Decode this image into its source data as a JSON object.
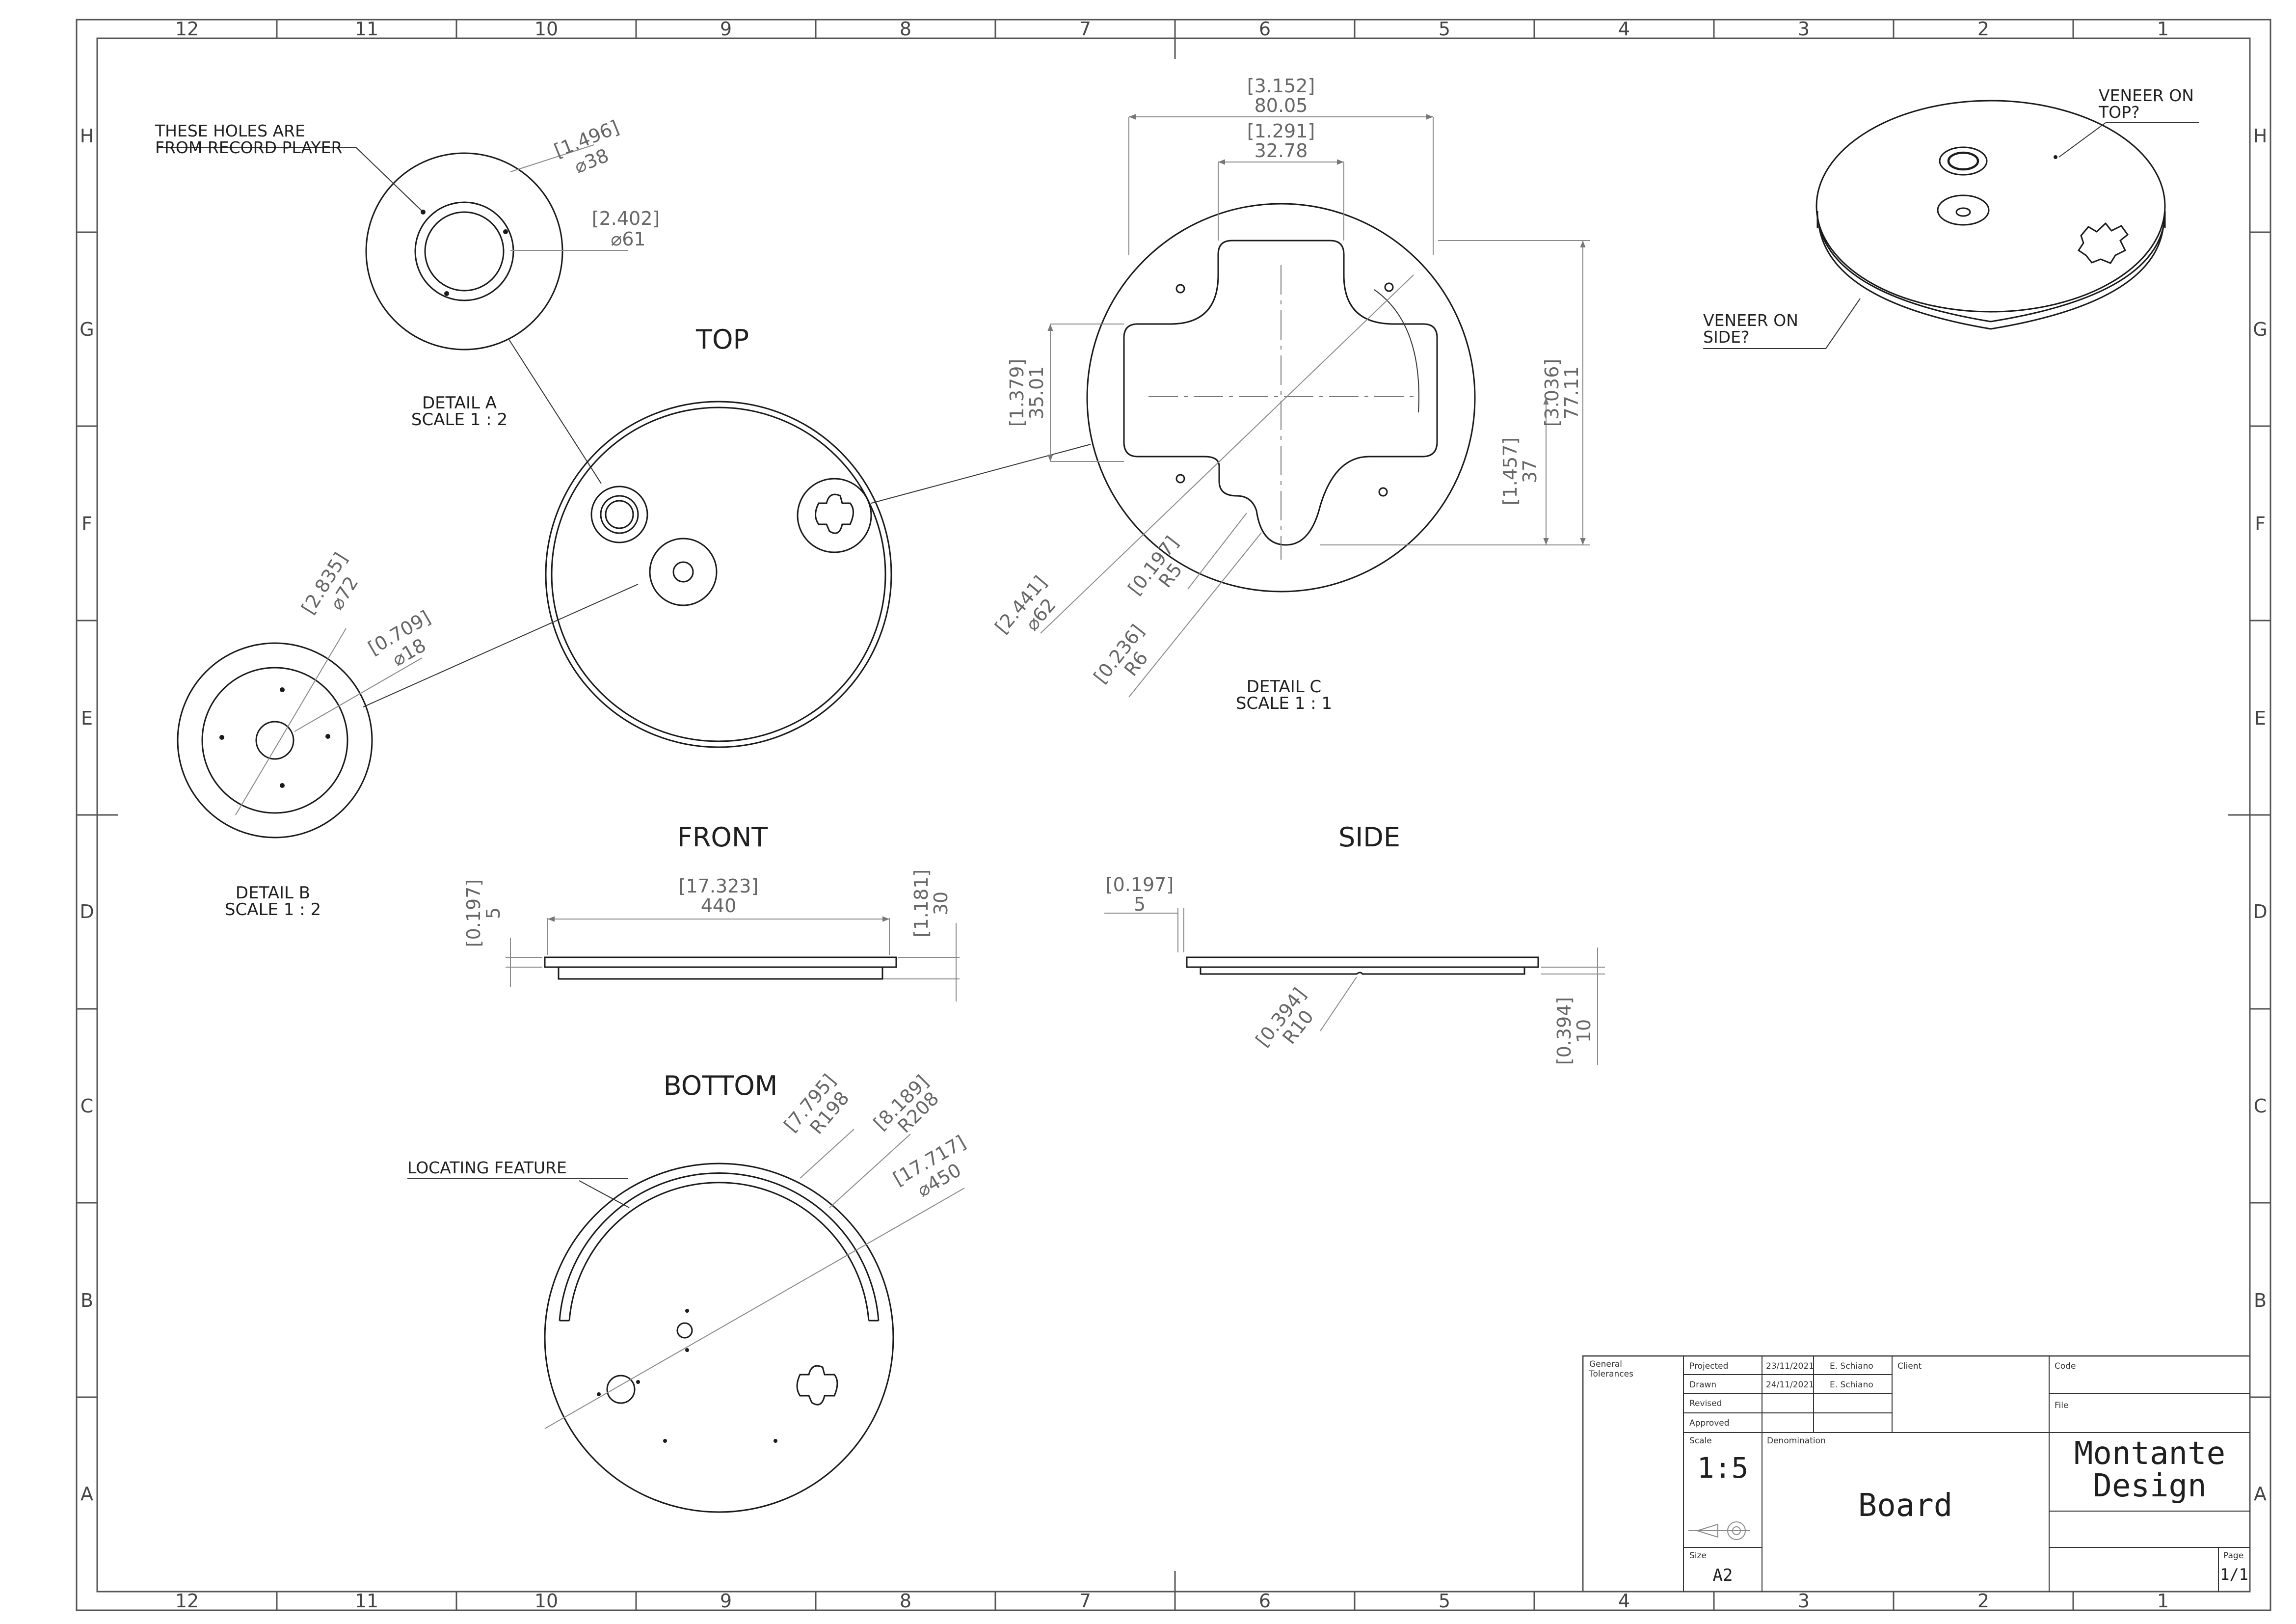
{
  "zones": {
    "columns": [
      "12",
      "11",
      "10",
      "9",
      "8",
      "7",
      "6",
      "5",
      "4",
      "3",
      "2",
      "1"
    ],
    "rows": [
      "H",
      "G",
      "F",
      "E",
      "D",
      "C",
      "B",
      "A"
    ]
  },
  "views": {
    "top": "TOP",
    "front": "FRONT",
    "side": "SIDE",
    "bottom": "BOTTOM"
  },
  "details": {
    "a": {
      "name": "DETAIL A",
      "scale": "SCALE 1 : 2"
    },
    "b": {
      "name": "DETAIL B",
      "scale": "SCALE 1 : 2"
    },
    "c": {
      "name": "DETAIL C",
      "scale": "SCALE 1 : 1"
    }
  },
  "notes": {
    "holes_line1": "THESE HOLES ARE",
    "holes_line2": "FROM RECORD PLAYER",
    "veneer_top_line1": "VENEER ON",
    "veneer_top_line2": "TOP?",
    "veneer_side_line1": "VENEER ON",
    "veneer_side_line2": "SIDE?",
    "locating": "LOCATING FEATURE"
  },
  "dimensions": {
    "a_d38_in": "[1.496]",
    "a_d38": "⌀38",
    "a_d61_in": "[2.402]",
    "a_d61": "⌀61",
    "b_d72_in": "[2.835]",
    "b_d72": "⌀72",
    "b_d18_in": "[0.709]",
    "b_d18": "⌀18",
    "c_w80_in": "[3.152]",
    "c_w80": "80.05",
    "c_w32_in": "[1.291]",
    "c_w32": "32.78",
    "c_h35_in": "[1.379]",
    "c_h35": "35.01",
    "c_h77_in": "[3.036]",
    "c_h77": "77.11",
    "c_h37_in": "[1.457]",
    "c_h37": "37",
    "c_d62_in": "[2.441]",
    "c_d62": "⌀62",
    "c_r5_in": "[0.197]",
    "c_r5": "R5",
    "c_r6_in": "[0.236]",
    "c_r6": "R6",
    "f_440_in": "[17.323]",
    "f_440": "440",
    "f_5_in": "[0.197]",
    "f_5": "5",
    "f_30_in": "[1.181]",
    "f_30": "30",
    "s_5_in": "[0.197]",
    "s_5": "5",
    "s_r10_in": "[0.394]",
    "s_r10": "R10",
    "s_10_in": "[0.394]",
    "s_10": "10",
    "b_r198_in": "[7.795]",
    "b_r198": "R198",
    "b_r208_in": "[8.189]",
    "b_r208": "R208",
    "b_d450_in": "[17.717]",
    "b_d450": "⌀450"
  },
  "title_block": {
    "general_tolerances": "General\nTolerances",
    "gt1": "General",
    "gt2": "Tolerances",
    "projected_label": "Projected",
    "projected_date": "23/11/2021",
    "projected_by": "E. Schiano",
    "drawn_label": "Drawn",
    "drawn_date": "24/11/2021",
    "drawn_by": "E. Schiano",
    "revised_label": "Revised",
    "approved_label": "Approved",
    "client_label": "Client",
    "code_label": "Code",
    "file_label": "File",
    "scale_label": "Scale",
    "scale_value": "1:5",
    "denomination_label": "Denomination",
    "denomination": "Board",
    "size_label": "Size",
    "size_value": "A2",
    "company_line1": "Montante",
    "company_line2": "Design",
    "page_label": "Page",
    "page_value": "1/1"
  }
}
